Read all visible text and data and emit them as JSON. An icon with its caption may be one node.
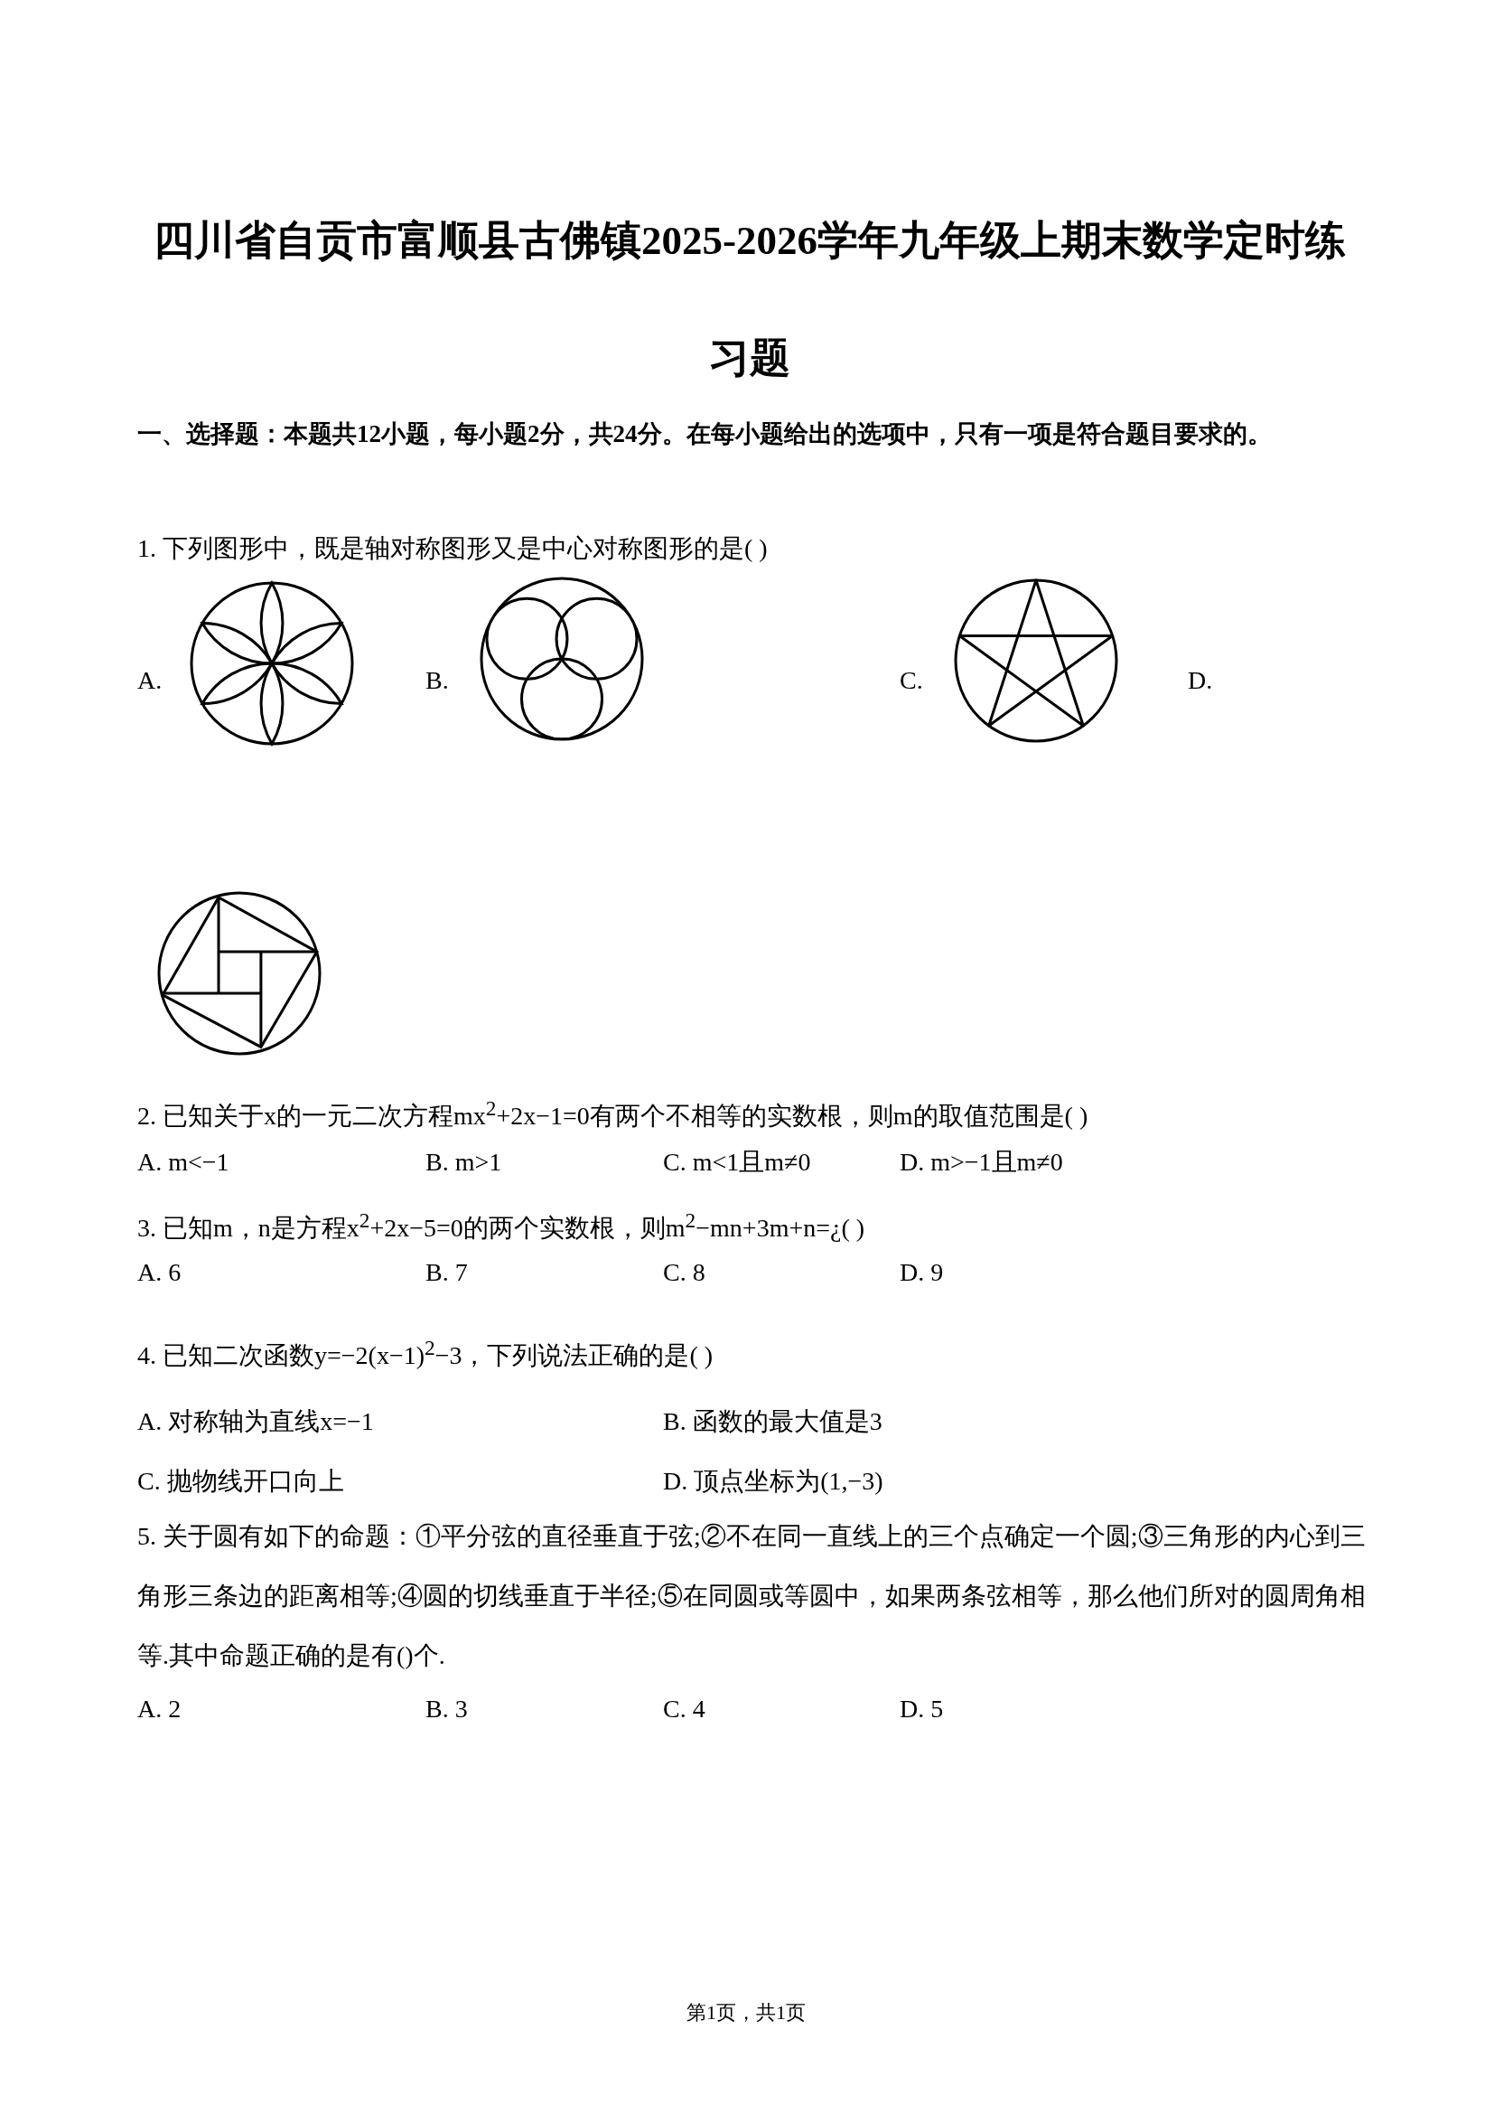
{
  "diagram": {
    "title": "四川省自贡市富顺县古佛镇2025-2026学年九年级上期末数学定时练习题",
    "labels": [
      "一、选择题：本题共12小题，每小题2分，共24分。在每小题给出的选项中，只有一项是符合题目要求的。",
      "1. 下列图形中，既是轴对称图形又是中心对称图形的是(    )",
      "A.",
      "B.",
      "C.",
      "D.",
      "2. 已知关于x的一元二次方程mx$^{2}$+2x−1=0有两个不相等的实数根，则m的取值范围是(    )",
      "A. m<−1",
      "B. m>1",
      "C. m<1且m≠0",
      "D. m>−1且m≠0",
      "3. 已知m，n是方程x$^{2}$+2x−5=0的两个实数根，则m$^{2}$−mn+3m+n=¿(    )",
      "A. 6",
      "B. 7",
      "C. 8",
      "D. 9",
      "4. 已知二次函数y=−2(x−1)$^{2}$−3，下列说法正确的是(    )",
      "A. 对称轴为直线x=−1",
      "B. 函数的最大值是3",
      "C. 抛物线开口向上",
      "D. 顶点坐标为(1,−3)",
      "5. 关于圆有如下的命题：①平分弦的直径垂直于弦;②不在同一直线上的三个点确定一个圆;③三角形的内心到三角形三条边的距离相等;④圆的切线垂直于半径;⑤在同圆或等圆中，如果两条弦相等，那么他们所对的圆周角相等.其中命题正确的是有()个.",
      "A. 2",
      "B. 3",
      "C. 4",
      "D. 5",
      "第1页，共1页"
    ]
  }
}
